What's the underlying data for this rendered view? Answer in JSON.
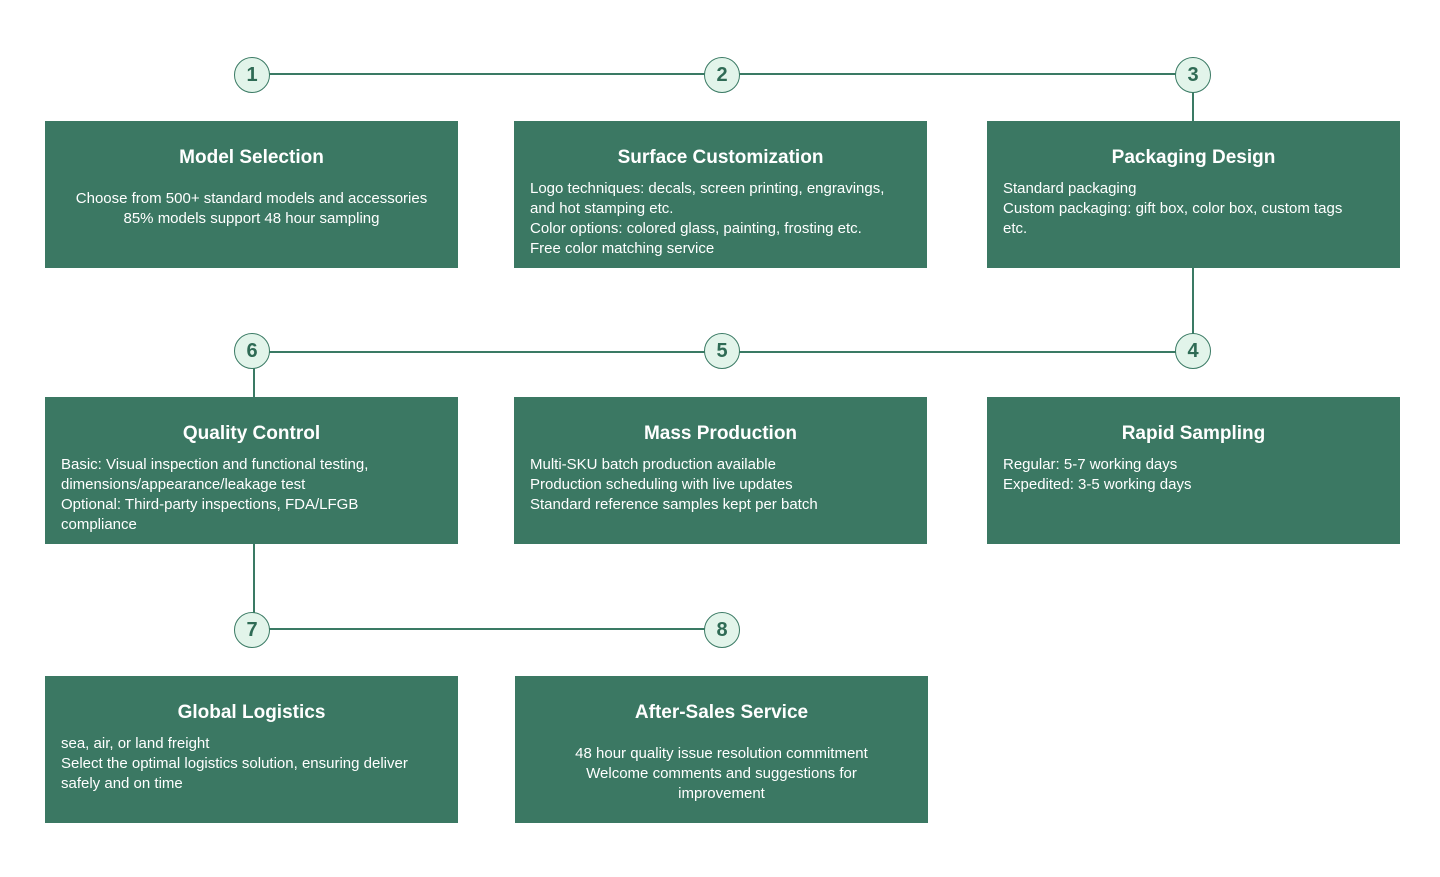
{
  "colors": {
    "card_fill": "#3b7863",
    "connector": "#3a7a64",
    "circle_fill": "#e2f4ea",
    "circle_text": "#2f6b55",
    "card_text": "#ffffff"
  },
  "steps": [
    {
      "number": "1",
      "title": "Model Selection",
      "lines": [
        "Choose from 500+ standard models and accessories",
        "85% models support 48 hour sampling"
      ]
    },
    {
      "number": "2",
      "title": "Surface Customization",
      "lines": [
        "Logo techniques: decals, screen printing, engravings,",
        "and hot stamping etc.",
        "Color options: colored glass, painting, frosting etc.",
        "Free color matching service"
      ]
    },
    {
      "number": "3",
      "title": "Packaging Design",
      "lines": [
        "Standard packaging",
        "Custom packaging: gift box, color box, custom tags",
        "etc."
      ]
    },
    {
      "number": "4",
      "title": "Rapid Sampling",
      "lines": [
        "Regular: 5-7 working days",
        "Expedited: 3-5 working days"
      ]
    },
    {
      "number": "5",
      "title": "Mass Production",
      "lines": [
        "Multi-SKU batch production available",
        "Production scheduling with live updates",
        "Standard reference samples kept per batch"
      ]
    },
    {
      "number": "6",
      "title": "Quality Control",
      "lines": [
        "Basic: Visual inspection and functional testing,",
        "dimensions/appearance/leakage test",
        "Optional: Third-party inspections, FDA/LFGB",
        "compliance"
      ]
    },
    {
      "number": "7",
      "title": "Global Logistics",
      "lines": [
        "sea, air, or land freight",
        "Select the optimal logistics solution, ensuring deliver",
        "safely and on time"
      ]
    },
    {
      "number": "8",
      "title": "After-Sales Service",
      "lines": [
        "48 hour quality issue resolution commitment",
        "Welcome comments and suggestions for",
        "improvement"
      ]
    }
  ]
}
